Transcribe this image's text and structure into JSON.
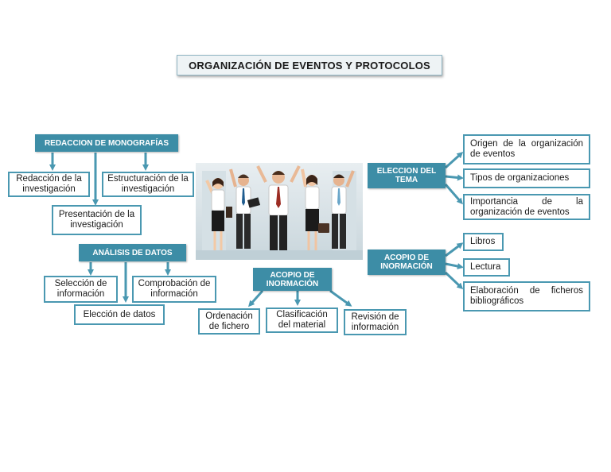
{
  "title": "ORGANIZACIÓN DE EVENTOS Y PROTOCOLOS",
  "redaccion": {
    "header": "REDACCION DE MONOGRAFÍAS",
    "items": [
      "Redacción de la investigación",
      "Estructuración de la investigación",
      "Presentación de la investigación"
    ]
  },
  "analisis": {
    "header": "ANÁLISIS DE DATOS",
    "items": [
      "Selección de información",
      "Comprobación de información",
      "Elección de datos"
    ]
  },
  "acopio_center": {
    "header": "ACOPIO DE INORMACIÓN",
    "items": [
      "Ordenación de fichero",
      "Clasificación del material",
      "Revisión de información"
    ]
  },
  "eleccion": {
    "header": "ELECCION DEL TEMA",
    "items": [
      "Origen de la organización de eventos",
      "Tipos de organizaciones",
      "Importancia de la organización de eventos"
    ]
  },
  "acopio_right": {
    "header": "ACOPIO DE INORMACIÓN",
    "items": [
      "Libros",
      "Lectura",
      "Elaboración de ficheros bibliográficos"
    ]
  },
  "colors": {
    "header_bg": "#3d8da6",
    "border": "#4a98b1",
    "arrow": "#4a98b1"
  },
  "photo": {
    "icon": "business-team-celebrating-illustration"
  }
}
